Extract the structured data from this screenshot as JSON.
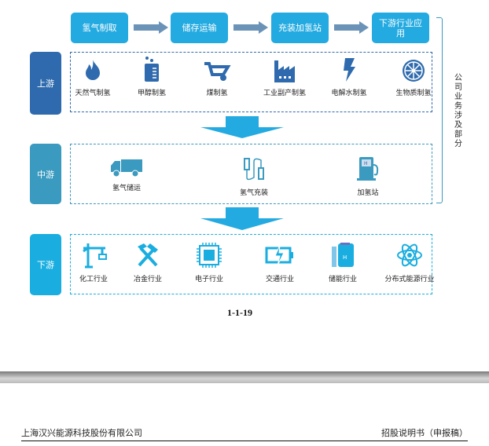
{
  "flow": [
    "氢气制取",
    "储存运输",
    "充装加氢站",
    "下游行业应用"
  ],
  "upstream": {
    "label": "上游",
    "items": [
      "天然气制氢",
      "甲醇制氢",
      "煤制氢",
      "工业副产制氢",
      "电解水制氢",
      "生物质制氢"
    ]
  },
  "midstream": {
    "label": "中游",
    "items": [
      "氢气储运",
      "氢气充装",
      "加氢站"
    ]
  },
  "downstream": {
    "label": "下游",
    "items": [
      "化工行业",
      "冶金行业",
      "电子行业",
      "交通行业",
      "储能行业",
      "分布式能源行业"
    ]
  },
  "bracket_label": "公司业务涉及部分",
  "page_number": "1-1-19",
  "footer": {
    "company": "上海汉兴能源科技股份有限公司",
    "doc": "招股说明书（申报稿）"
  },
  "colors": {
    "upstream": "#2e6aad",
    "midstream": "#3a9abf",
    "downstream": "#1aaee0",
    "step": "#23aae0"
  }
}
